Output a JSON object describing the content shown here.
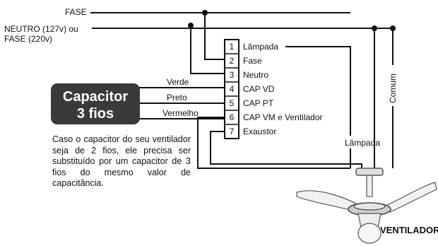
{
  "wires": {
    "fase": "FASE",
    "neutro_line1": "NEUTRO (127v) ou",
    "neutro_line2": "FASE (220v)",
    "verde": "Verde",
    "preto": "Preto",
    "vermelho": "Vermelho",
    "lampada": "Lâmpada",
    "comum": "Comum"
  },
  "capacitor": {
    "line1": "Capacitor",
    "line2": "3 fios",
    "fill": "#3a3a3a",
    "text_color": "#ffffff"
  },
  "terminals": [
    {
      "number": "1",
      "label": "Lâmpada"
    },
    {
      "number": "2",
      "label": "Fase"
    },
    {
      "number": "3",
      "label": "Neutro"
    },
    {
      "number": "4",
      "label": "CAP VD"
    },
    {
      "number": "5",
      "label": "CAP PT"
    },
    {
      "number": "6",
      "label": "CAP VM e Ventilador"
    },
    {
      "number": "7",
      "label": "Exaustor"
    }
  ],
  "note": "Caso o capacitor do seu ventilador seja de 2 fios, ele precisa ser substituído por um capacitor de 3 fios do mesmo valor de capacitância.",
  "fan_label": "VENTILADOR",
  "colors": {
    "wire": "#111111",
    "capacitor_fill": "#3a3a3a",
    "blade": "#f2f2f2",
    "blade_stroke": "#555555"
  }
}
